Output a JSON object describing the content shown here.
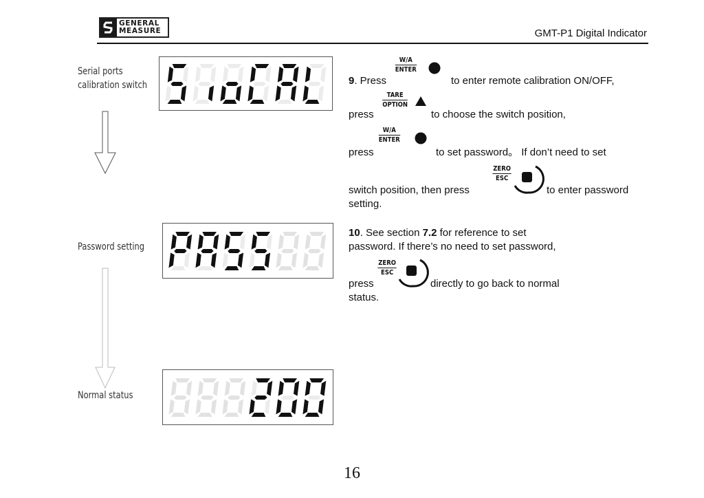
{
  "header": {
    "logo_line1": "GENERAL",
    "logo_line2": "MEASURE",
    "doc_title": "GMT-P1 Digital Indicator"
  },
  "flow": {
    "label_1": "Serial ports",
    "label_1b": "calibration switch",
    "display_1": "SioCAL",
    "label_2": "Password setting",
    "display_2": "PASS",
    "label_3": "Normal status",
    "display_3": "200"
  },
  "step9": {
    "number": "9",
    "press_1": ". Press",
    "key_wa_top": "W/A",
    "key_wa_bottom": "ENTER",
    "text_1": "to enter remote calibration ON/OFF,",
    "press_2": "press",
    "key_tare_top": "TARE",
    "key_tare_bottom": "OPTION",
    "text_2": "to choose the switch position,",
    "press_3": "press",
    "text_3": "to set password。 If don’t need to set",
    "text_4a": "switch position, then press",
    "key_zero_top": "ZERO",
    "key_zero_bottom": "ESC",
    "text_4b": "to enter password",
    "text_5": "setting."
  },
  "step10": {
    "number": "10",
    "text_1a": ". See section ",
    "section_ref": "7.2",
    "text_1b": " for reference to set",
    "text_2": "password. If there’s no need to set password,",
    "press": "press",
    "text_3": "directly to go back to normal",
    "text_4": "status."
  },
  "page_number": "16"
}
